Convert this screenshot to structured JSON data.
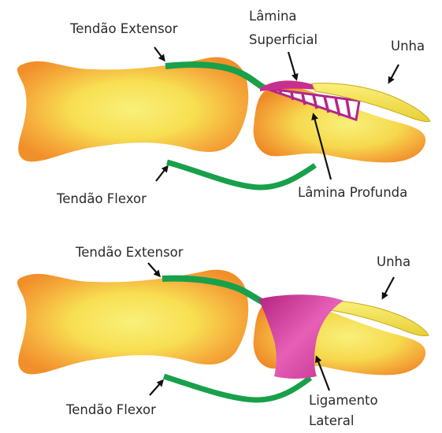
{
  "panels": [
    {
      "id": "top",
      "labels": {
        "extensor_tendon": "Tendão Extensor",
        "superficial_lamina_line1": "Lâmina",
        "superficial_lamina_line2": "Superficial",
        "nail": "Unha",
        "flexor_tendon": "Tendão Flexor",
        "deep_lamina": "Lâmina Profunda"
      }
    },
    {
      "id": "bottom",
      "labels": {
        "extensor_tendon": "Tendão Extensor",
        "nail": "Unha",
        "flexor_tendon": "Tendão Flexor",
        "lateral_ligament_line1": "Ligamento",
        "lateral_ligament_line2": "Lateral"
      }
    }
  ],
  "colors": {
    "bone_center": "#f7e85a",
    "bone_edge": "#f4962c",
    "tendon": "#18a04a",
    "nail": "#f2e24a",
    "nail_edge": "#c9a81c",
    "ligament": "#c8308e",
    "arrow": "#111111"
  }
}
